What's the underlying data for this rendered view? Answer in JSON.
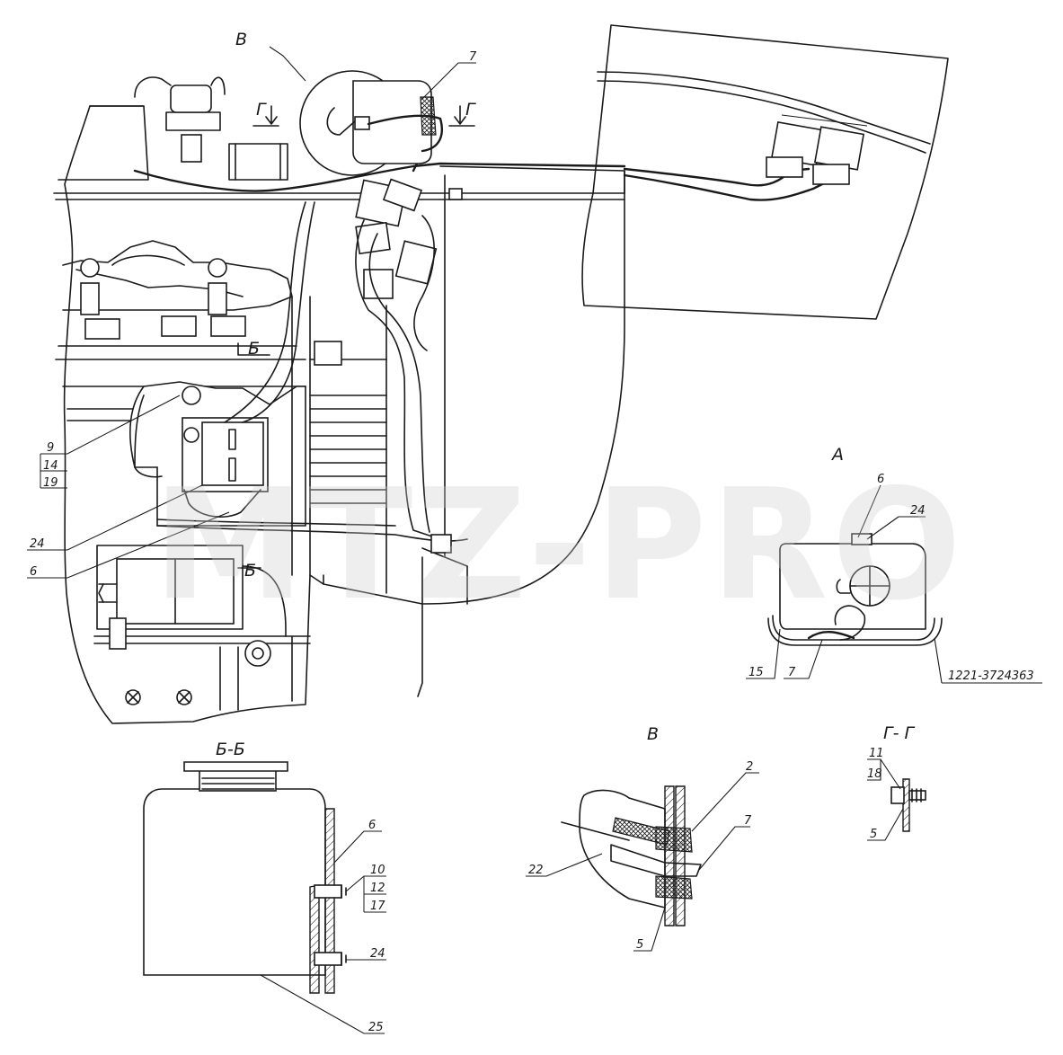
{
  "watermark": "MTZ-PRO",
  "views": {
    "A": "А",
    "B_B": "Б-Б",
    "V_detail": "В",
    "V_callout": "В",
    "G_G": "Г- Г",
    "G_arrow_left": "Г",
    "G_arrow_right": "Г",
    "B_arrow_top": "Б",
    "B_arrow_bottom": "Б"
  },
  "callouts": {
    "main_9": "9",
    "main_14": "14",
    "main_19": "19",
    "main_24": "24",
    "main_6": "6",
    "main_7": "7",
    "a_6": "6",
    "a_24": "24",
    "a_15": "15",
    "a_7": "7",
    "a_part": "1221-3724363",
    "bb_6": "6",
    "bb_10": "10",
    "bb_12": "12",
    "bb_17": "17",
    "bb_24": "24",
    "bb_25": "25",
    "v_2": "2",
    "v_7": "7",
    "v_22": "22",
    "v_5": "5",
    "g_11": "11",
    "g_18": "18",
    "g_5": "5"
  }
}
